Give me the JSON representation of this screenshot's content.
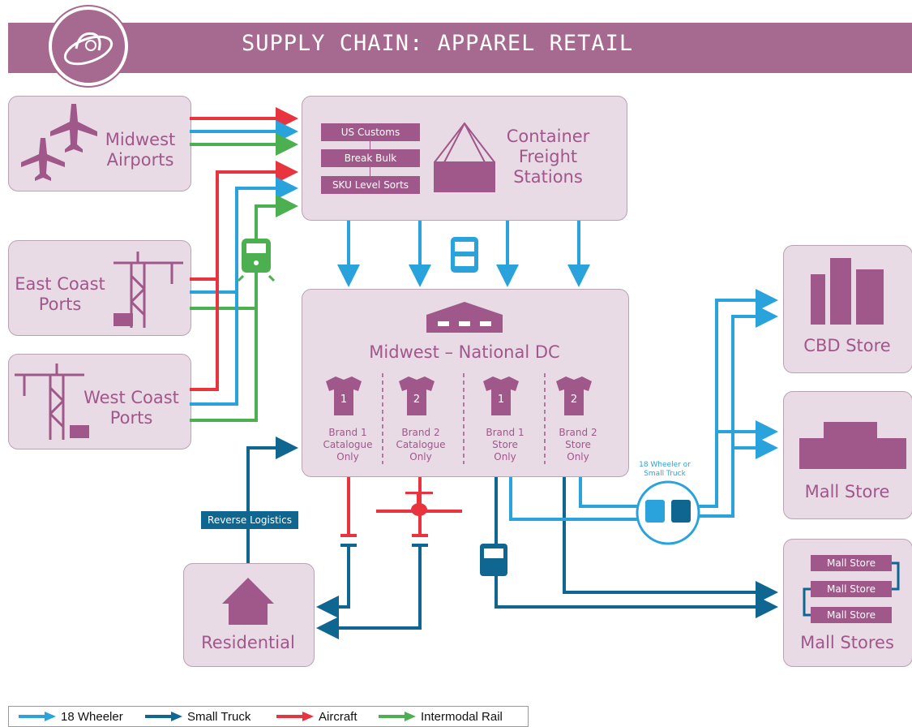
{
  "title": "SUPPLY CHAIN: APPAREL RETAIL",
  "colors": {
    "purple": "#a0578a",
    "panel": "#e8dbe6",
    "wheeler18": "#2aa3dc",
    "small_truck": "#0f6691",
    "aircraft": "#e8343e",
    "rail": "#4caf50"
  },
  "sources": {
    "midwest_airports": [
      "Midwest",
      "Airports"
    ],
    "east_coast_ports": [
      "East Coast",
      "Ports"
    ],
    "west_coast_ports": [
      "West Coast",
      "Ports"
    ]
  },
  "cfs": {
    "label": [
      "Container",
      "Freight",
      "Stations"
    ],
    "tags": [
      "US Customs",
      "Break Bulk",
      "SKU Level Sorts"
    ]
  },
  "dc": {
    "title": "Midwest – National DC",
    "brands": [
      {
        "number": "1",
        "lines": [
          "Brand 1",
          "Catalogue",
          "Only"
        ]
      },
      {
        "number": "2",
        "lines": [
          "Brand 2",
          "Catalogue",
          "Only"
        ]
      },
      {
        "number": "1",
        "lines": [
          "Brand 1",
          "Store",
          "Only"
        ]
      },
      {
        "number": "2",
        "lines": [
          "Brand 2",
          "Store",
          "Only"
        ]
      }
    ]
  },
  "destinations": {
    "cbd_store": "CBD Store",
    "mall_store": "Mall Store",
    "mall_stores": "Mall Stores",
    "mall_store_tags": [
      "Mall Store",
      "Mall Store",
      "Mall Store"
    ],
    "residential": "Residential"
  },
  "reverse_logistics": "Reverse Logistics",
  "truck_note": [
    "18 Wheeler or",
    "Small Truck"
  ],
  "legend": [
    {
      "label": "18 Wheeler",
      "color": "#2aa3dc"
    },
    {
      "label": "Small Truck",
      "color": "#0f6691"
    },
    {
      "label": "Aircraft",
      "color": "#e8343e"
    },
    {
      "label": "Intermodal Rail",
      "color": "#4caf50"
    }
  ]
}
